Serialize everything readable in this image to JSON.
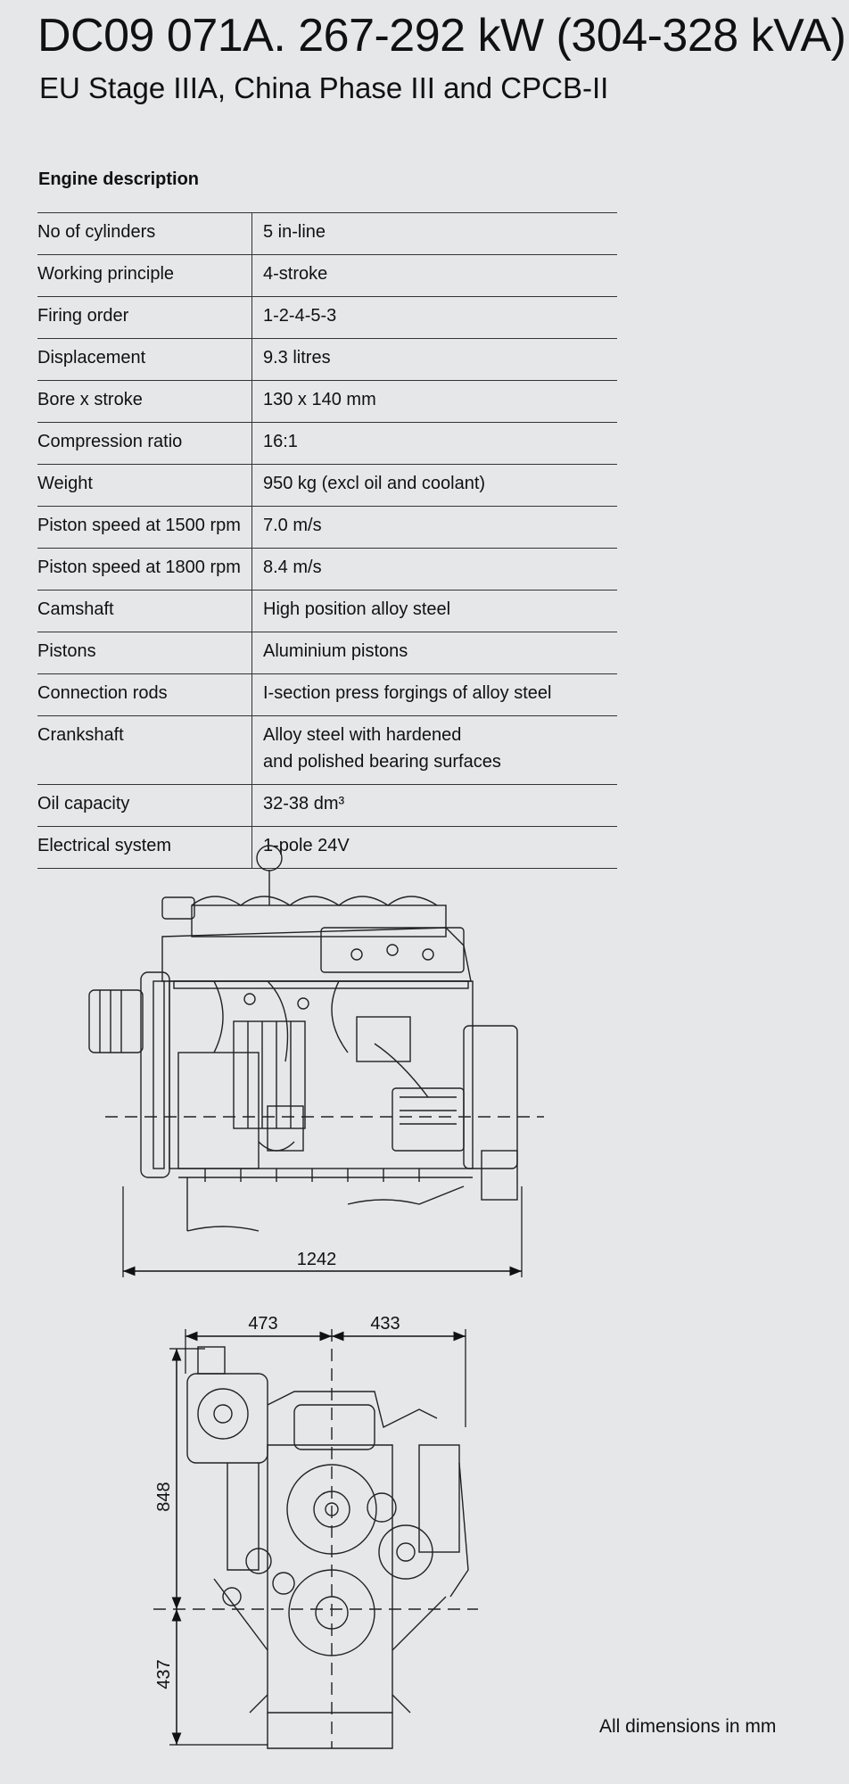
{
  "header": {
    "title": "DC09 071A. 267-292 kW (304-328 kVA)",
    "subtitle": "EU Stage IIIA, China Phase III and CPCB-II"
  },
  "engine_description": {
    "heading": "Engine description",
    "rows": [
      {
        "label": "No of cylinders",
        "value": "5 in-line"
      },
      {
        "label": "Working principle",
        "value": "4-stroke"
      },
      {
        "label": "Firing order",
        "value": "1-2-4-5-3"
      },
      {
        "label": "Displacement",
        "value": "9.3 litres"
      },
      {
        "label": "Bore x stroke",
        "value": "130 x 140 mm"
      },
      {
        "label": "Compression ratio",
        "value": "16:1"
      },
      {
        "label": "Weight",
        "value": "950 kg (excl oil and coolant)"
      },
      {
        "label": "Piston speed at 1500 rpm",
        "value": "7.0 m/s"
      },
      {
        "label": "Piston speed at 1800 rpm",
        "value": "8.4 m/s"
      },
      {
        "label": "Camshaft",
        "value": "High position alloy steel"
      },
      {
        "label": "Pistons",
        "value": "Aluminium pistons"
      },
      {
        "label": "Connection rods",
        "value": "I-section press forgings of alloy steel"
      },
      {
        "label": "Crankshaft",
        "value": "Alloy steel with hardened",
        "value2": "and polished bearing surfaces"
      },
      {
        "label": "Oil capacity",
        "value": "32-38 dm³"
      },
      {
        "label": "Electrical system",
        "value": "1-pole 24V"
      }
    ]
  },
  "drawings": {
    "side_view": {
      "length": "1242"
    },
    "front_view": {
      "width_left": "473",
      "width_right": "433",
      "height_upper": "848",
      "height_lower": "437"
    }
  },
  "footer": {
    "note": "All dimensions in mm"
  }
}
